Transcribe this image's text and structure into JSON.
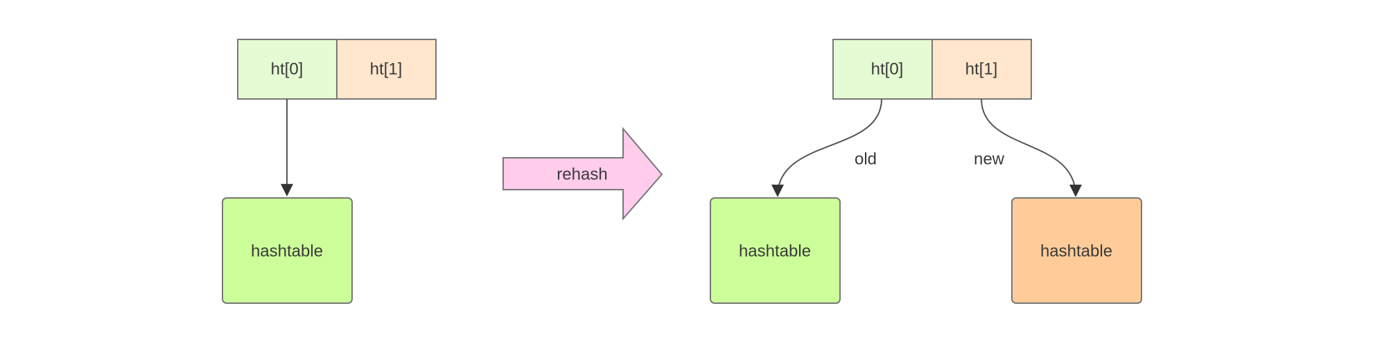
{
  "colors": {
    "ht0_cell": "#e5fbd3",
    "ht1_cell": "#ffe6cc",
    "hashtable_old": "#ccff99",
    "hashtable_new": "#ffcc99",
    "rehash_arrow": "#ffccec",
    "stroke": "#777777",
    "edge": "#555555"
  },
  "before": {
    "ht0_label": "ht[0]",
    "ht1_label": "ht[1]",
    "hashtable_label": "hashtable"
  },
  "transition": {
    "label": "rehash"
  },
  "after": {
    "ht0_label": "ht[0]",
    "ht1_label": "ht[1]",
    "old_edge_label": "old",
    "new_edge_label": "new",
    "old_hashtable_label": "hashtable",
    "new_hashtable_label": "hashtable"
  }
}
